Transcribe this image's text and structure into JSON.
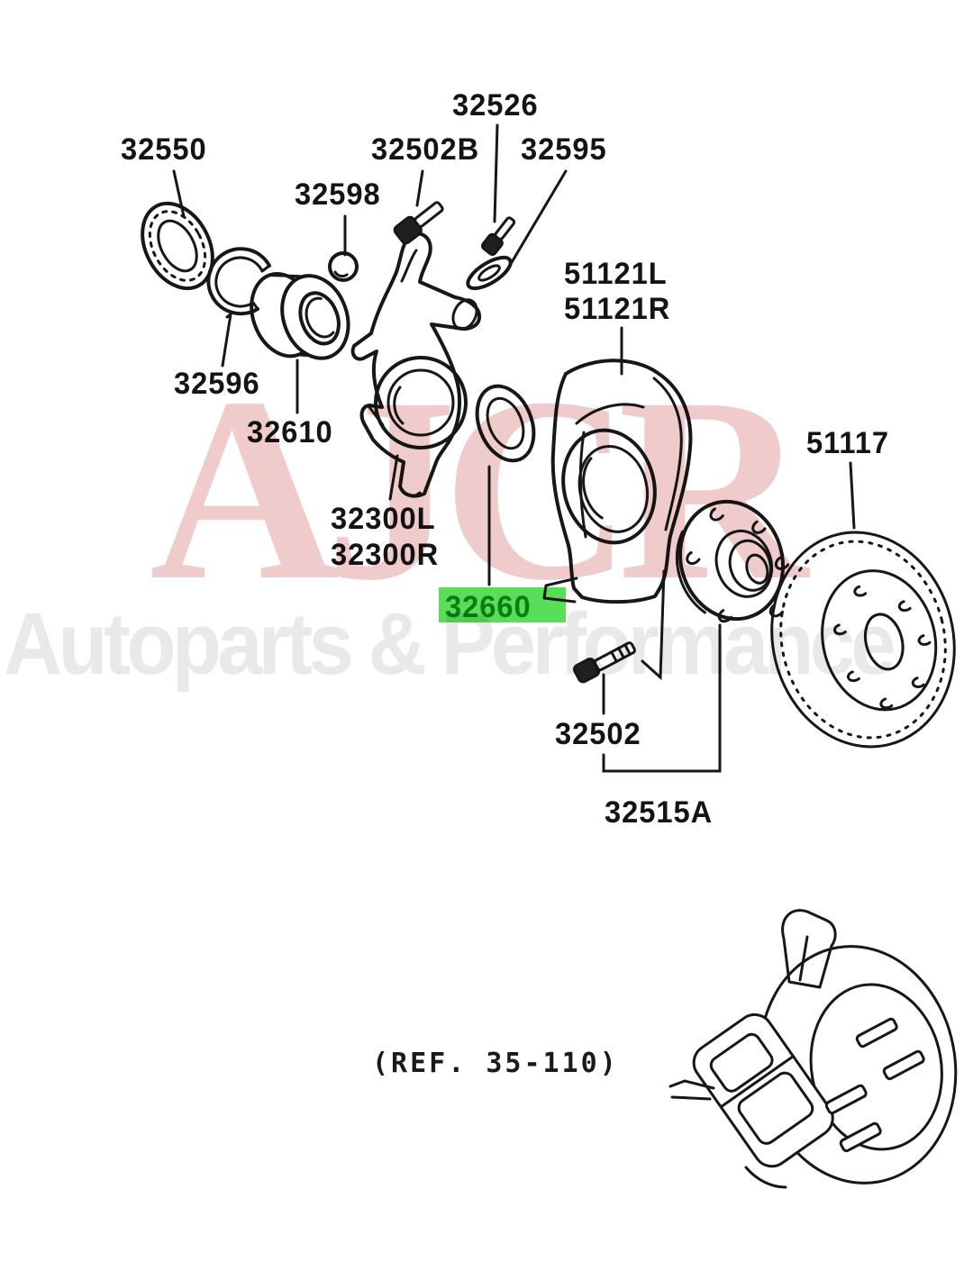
{
  "diagram": {
    "labels": {
      "p32550": {
        "text": "32550"
      },
      "p32598": {
        "text": "32598"
      },
      "p32502B": {
        "text": "32502B"
      },
      "p32526": {
        "text": "32526"
      },
      "p32595": {
        "text": "32595"
      },
      "p51121L": {
        "text": "51121L"
      },
      "p51121R": {
        "text": "51121R"
      },
      "p32596": {
        "text": "32596"
      },
      "p32610": {
        "text": "32610"
      },
      "p32300L": {
        "text": "32300L"
      },
      "p32300R": {
        "text": "32300R"
      },
      "p32660": {
        "text": "32660"
      },
      "p51117": {
        "text": "51117"
      },
      "p32502": {
        "text": "32502"
      },
      "p32515A": {
        "text": "32515A"
      }
    },
    "highlighted_part": "32660",
    "reference_note": "(REF. 35-110)"
  },
  "watermark": {
    "brand": "AJCR",
    "tagline": "Autoparts & Performance"
  },
  "colors": {
    "highlight_bg": "#59de58",
    "highlight_text": "#0c7d15",
    "watermark_pink": "#f0cbcb",
    "watermark_gray": "#e9e9e9",
    "line_art": "#171717",
    "background": "#ffffff"
  }
}
